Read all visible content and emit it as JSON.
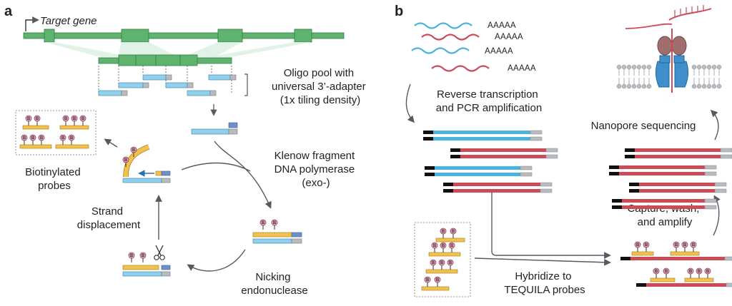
{
  "panel_a": {
    "letter": "a",
    "target_gene": "Target gene",
    "oligo_pool": [
      "Oligo pool with",
      "universal 3’-adapter",
      "(1x tiling density)"
    ],
    "klenow": [
      "Klenow fragment",
      "DNA polymerase",
      "(exo-)"
    ],
    "nicking": [
      "Nicking",
      "endonuclease"
    ],
    "strand": [
      "Strand",
      "displacement"
    ],
    "biotinylated": [
      "Biotinylated",
      "probes"
    ],
    "bead_letter": "B"
  },
  "panel_b": {
    "letter": "b",
    "polya": "AAAAA",
    "rt": [
      "Reverse transcription",
      "and PCR amplification"
    ],
    "hybridize": [
      "Hybridize to",
      "TEQUILA probes"
    ],
    "capture": [
      "Capture, wash,",
      "and amplify"
    ],
    "nanopore": "Nanopore sequencing"
  },
  "colors": {
    "gene_green": "#5fb36f",
    "oligo_blue": "#8fd0ee",
    "adapter_gray": "#b7bcc2",
    "adapter_blue": "#6f8fc8",
    "probe_yellow": "#f2c14e",
    "biotin_pink": "#e7a5bd",
    "rna_blue": "#4ab4dc",
    "rna_red": "#cc4b57",
    "arrow_gray": "#555a60"
  }
}
